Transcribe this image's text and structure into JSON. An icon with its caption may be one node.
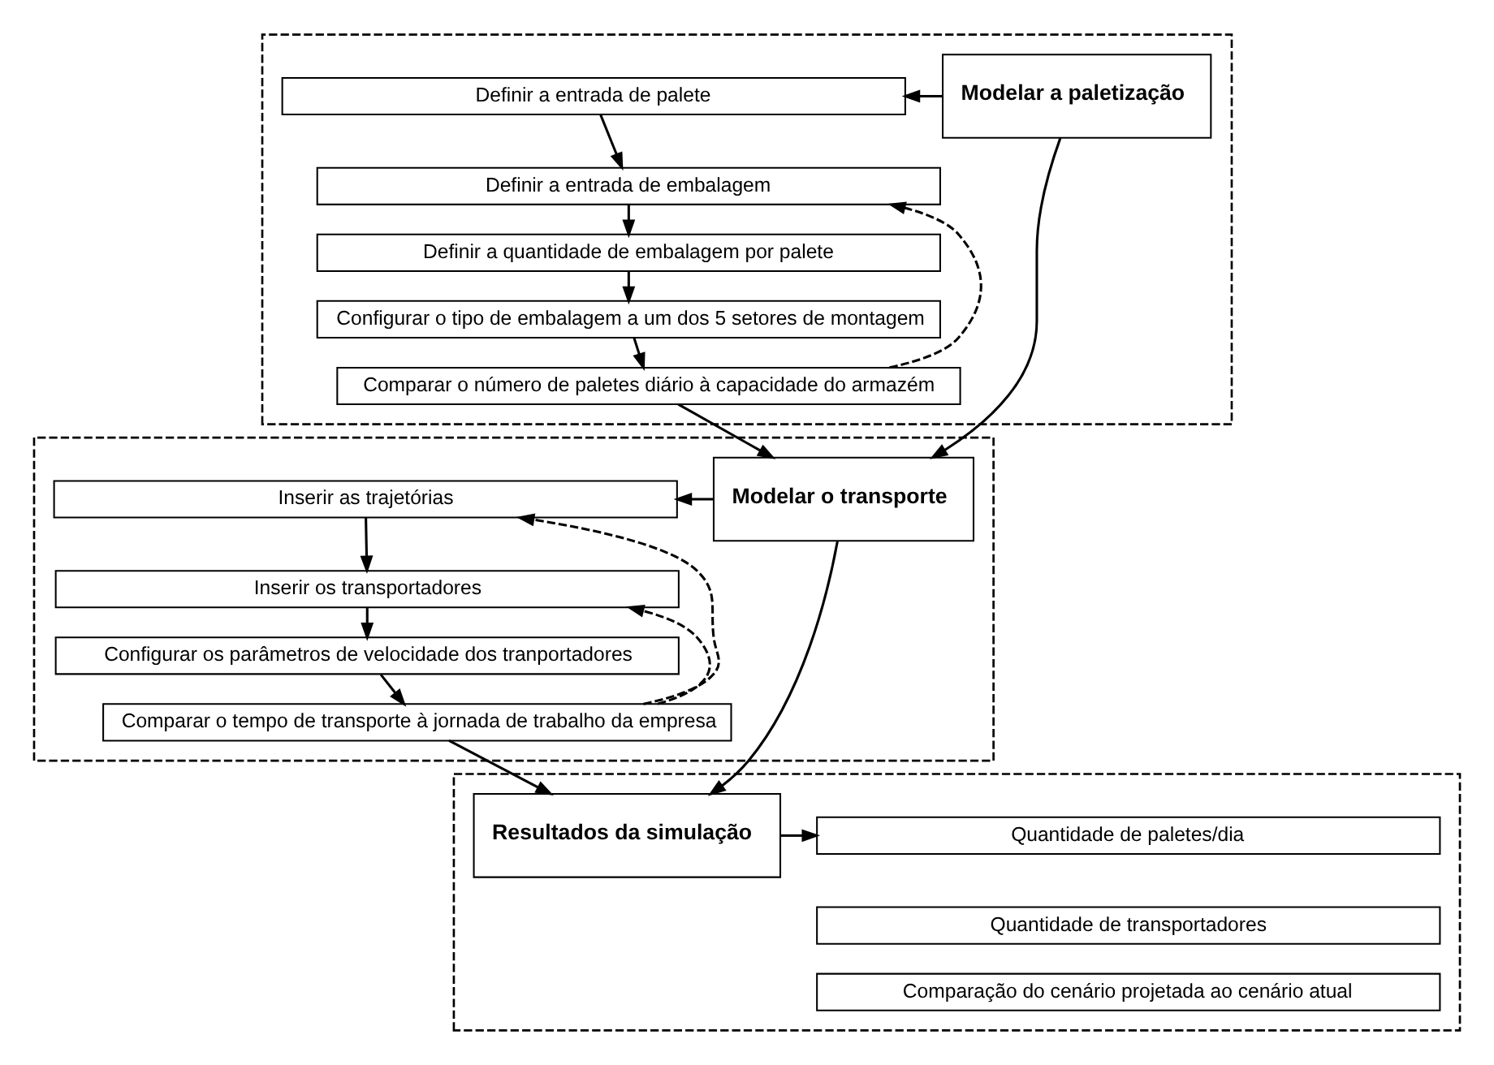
{
  "diagram": {
    "nodes": [
      {
        "text": [],
        "shape": "box"
      },
      {
        "text": [
          "Modelar a paletização"
        ],
        "in": 0
      },
      {
        "text": [
          "Definir a entrada de palete"
        ],
        "in": 0
      },
      {
        "text": [
          "Definir a entrada de embalagem"
        ],
        "in": 0
      },
      {
        "text": [
          "Definir a quantidade de embalagem por palete"
        ],
        "in": 0
      },
      {
        "text": [
          "Configurar o tipo de embalagem a um dos 5 setores de montagem"
        ],
        "in": 0
      },
      {
        "text": [
          "Comparar o número de paletes diário à capacidade do armazém"
        ],
        "in": 0
      },
      {
        "text": [],
        "shape": "box"
      },
      {
        "text": [
          "Modelar o transporte"
        ],
        "in": 7
      },
      {
        "text": [
          "Inserir as trajetórias"
        ],
        "in": 7
      },
      {
        "text": [
          "Inserir os transportadores"
        ],
        "in": 7
      },
      {
        "text": [
          "Configurar os parâmetros de velocidade dos tranportadores"
        ],
        "in": 7
      },
      {
        "text": [
          "Comparar o tempo de transporte à jornada de trabalho da empresa"
        ],
        "in": 7
      },
      {
        "text": [],
        "shape": "box"
      },
      {
        "text": [
          "Resultados da simulação"
        ],
        "in": 13
      },
      {
        "text": [
          "Quantidade de paletes/dia"
        ],
        "in": 13
      },
      {
        "text": [
          "Quantidade de transportadores"
        ],
        "in": 13
      },
      {
        "text": [
          "Comparação do cenário projetada ao cenário atual"
        ],
        "in": 13
      }
    ],
    "edges": [
      {
        "from": 1,
        "to": 2,
        "arrow": "to"
      },
      {
        "from": 2,
        "to": 3,
        "arrow": "to"
      },
      {
        "from": 3,
        "to": 4,
        "arrow": "to"
      },
      {
        "from": 4,
        "to": 5,
        "arrow": "to"
      },
      {
        "from": 5,
        "to": 6,
        "arrow": "to"
      },
      {
        "from": 6,
        "to": 3,
        "arrow": "to",
        "style": "dashed"
      },
      {
        "from": 6,
        "to": 8,
        "arrow": "to"
      },
      {
        "from": 1,
        "to": 8,
        "arrow": "to"
      },
      {
        "from": 8,
        "to": 9,
        "arrow": "to"
      },
      {
        "from": 9,
        "to": 10,
        "arrow": "to"
      },
      {
        "from": 10,
        "to": 11,
        "arrow": "to"
      },
      {
        "from": 11,
        "to": 12,
        "arrow": "to"
      },
      {
        "from": 12,
        "to": 9,
        "arrow": "to",
        "style": "dashed"
      },
      {
        "from": 12,
        "to": 10,
        "arrow": "to",
        "style": "dashed"
      },
      {
        "from": 12,
        "to": 14,
        "arrow": "to"
      },
      {
        "from": 8,
        "to": 14,
        "arrow": "to"
      },
      {
        "from": 14,
        "to": 15,
        "arrow": "to"
      }
    ]
  }
}
